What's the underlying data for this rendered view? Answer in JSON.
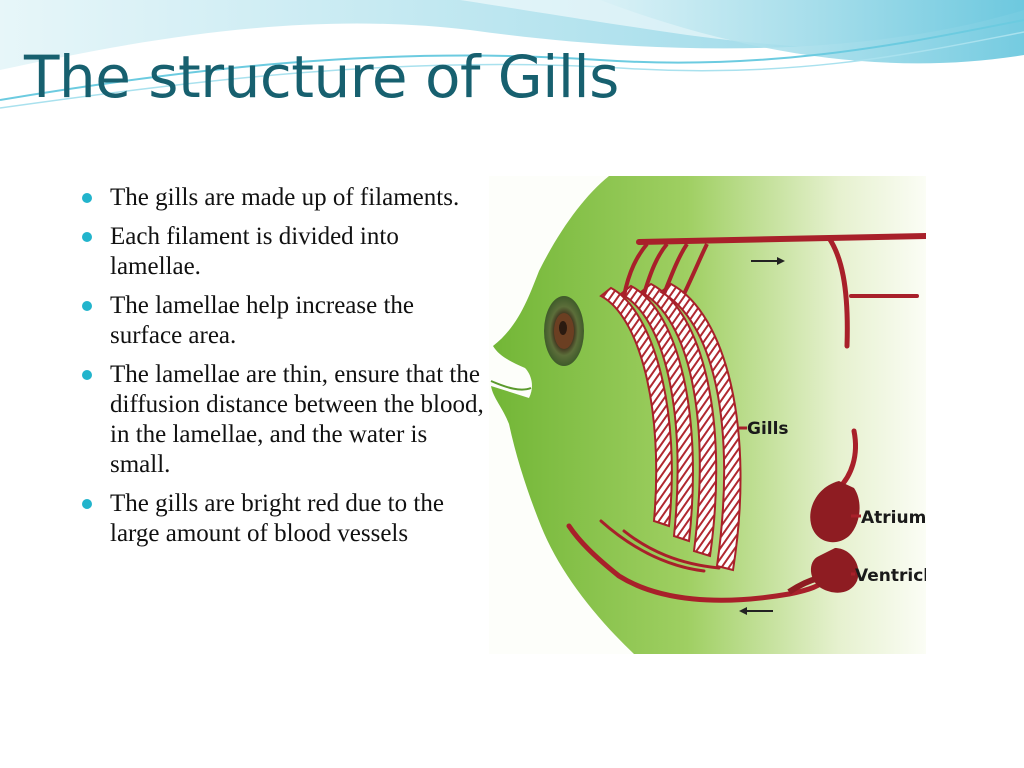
{
  "slide": {
    "title": "The structure of Gills",
    "bullets": [
      "The gills are made up of filaments.",
      "Each filament is divided into lamellae.",
      "The lamellae help increase the surface area.",
      "The lamellae are thin, ensure that the diffusion distance between the blood, in the lamellae, and the water is small.",
      "The gills are bright red due to the large amount of blood vessels"
    ]
  },
  "figure": {
    "labels": {
      "gills": "Gills",
      "atrium": "Atrium",
      "ventricle": "Ventricle"
    },
    "colors": {
      "fish_body": "#7cbc3a",
      "blood_vessel": "#a8202a",
      "lamellae": "#ffffff",
      "heart": "#8e1c22"
    }
  },
  "theme": {
    "accent": "#22b4cc",
    "title_color": "#17606f"
  }
}
